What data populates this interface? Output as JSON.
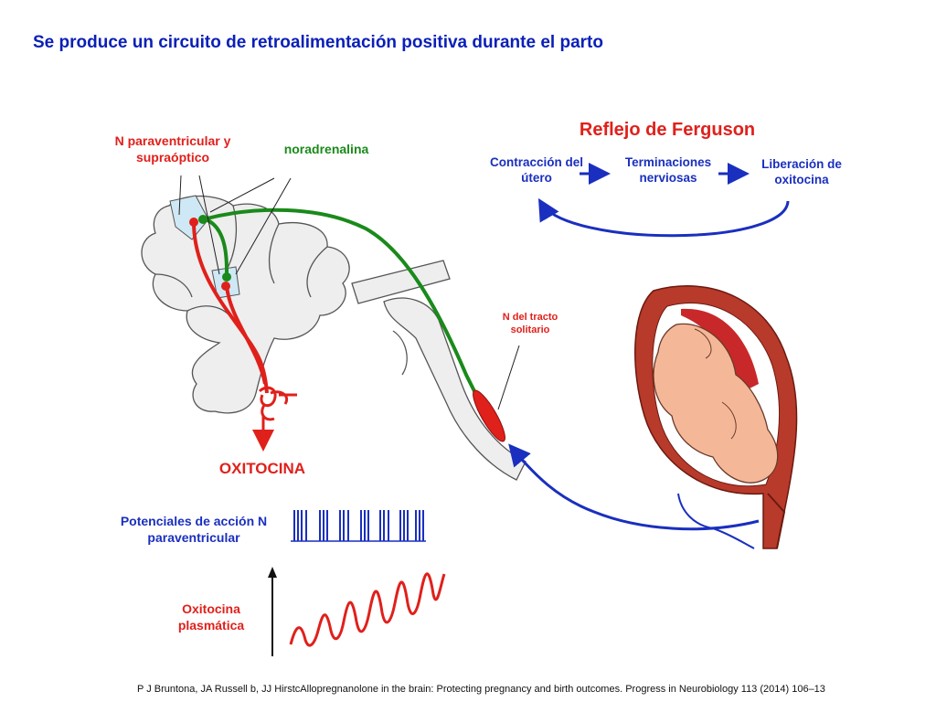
{
  "title": "Se produce un circuito de retroalimentación positiva durante el parto",
  "labels": {
    "paraventricular": "N paraventricular y supraóptico",
    "noradrenalina": "noradrenalina",
    "oxitocina": "OXITOCINA",
    "tracto_solitario": "N del tracto solitario",
    "potenciales": "Potenciales de acción N paraventricular",
    "oxitocina_plasmatica": "Oxitocina plasmática"
  },
  "ferguson": {
    "title": "Reflejo de Ferguson",
    "step1": "Contracción del útero",
    "step2": "Terminaciones nerviosas",
    "step3": "Liberación de oxitocina"
  },
  "citation": "P J Bruntona, JA Russell b, JJ HirstcAllopregnanolone in the brain: Protecting pregnancy and birth outcomes. Progress in Neurobiology 113 (2014) 106–13",
  "colors": {
    "title": "#0a1fb8",
    "red": "#e0201b",
    "green": "#1a8a1a",
    "blue": "#1a2fbf",
    "uterus": "#b83a2a",
    "fetus": "#f4b899",
    "brain": "#eeeeee"
  }
}
